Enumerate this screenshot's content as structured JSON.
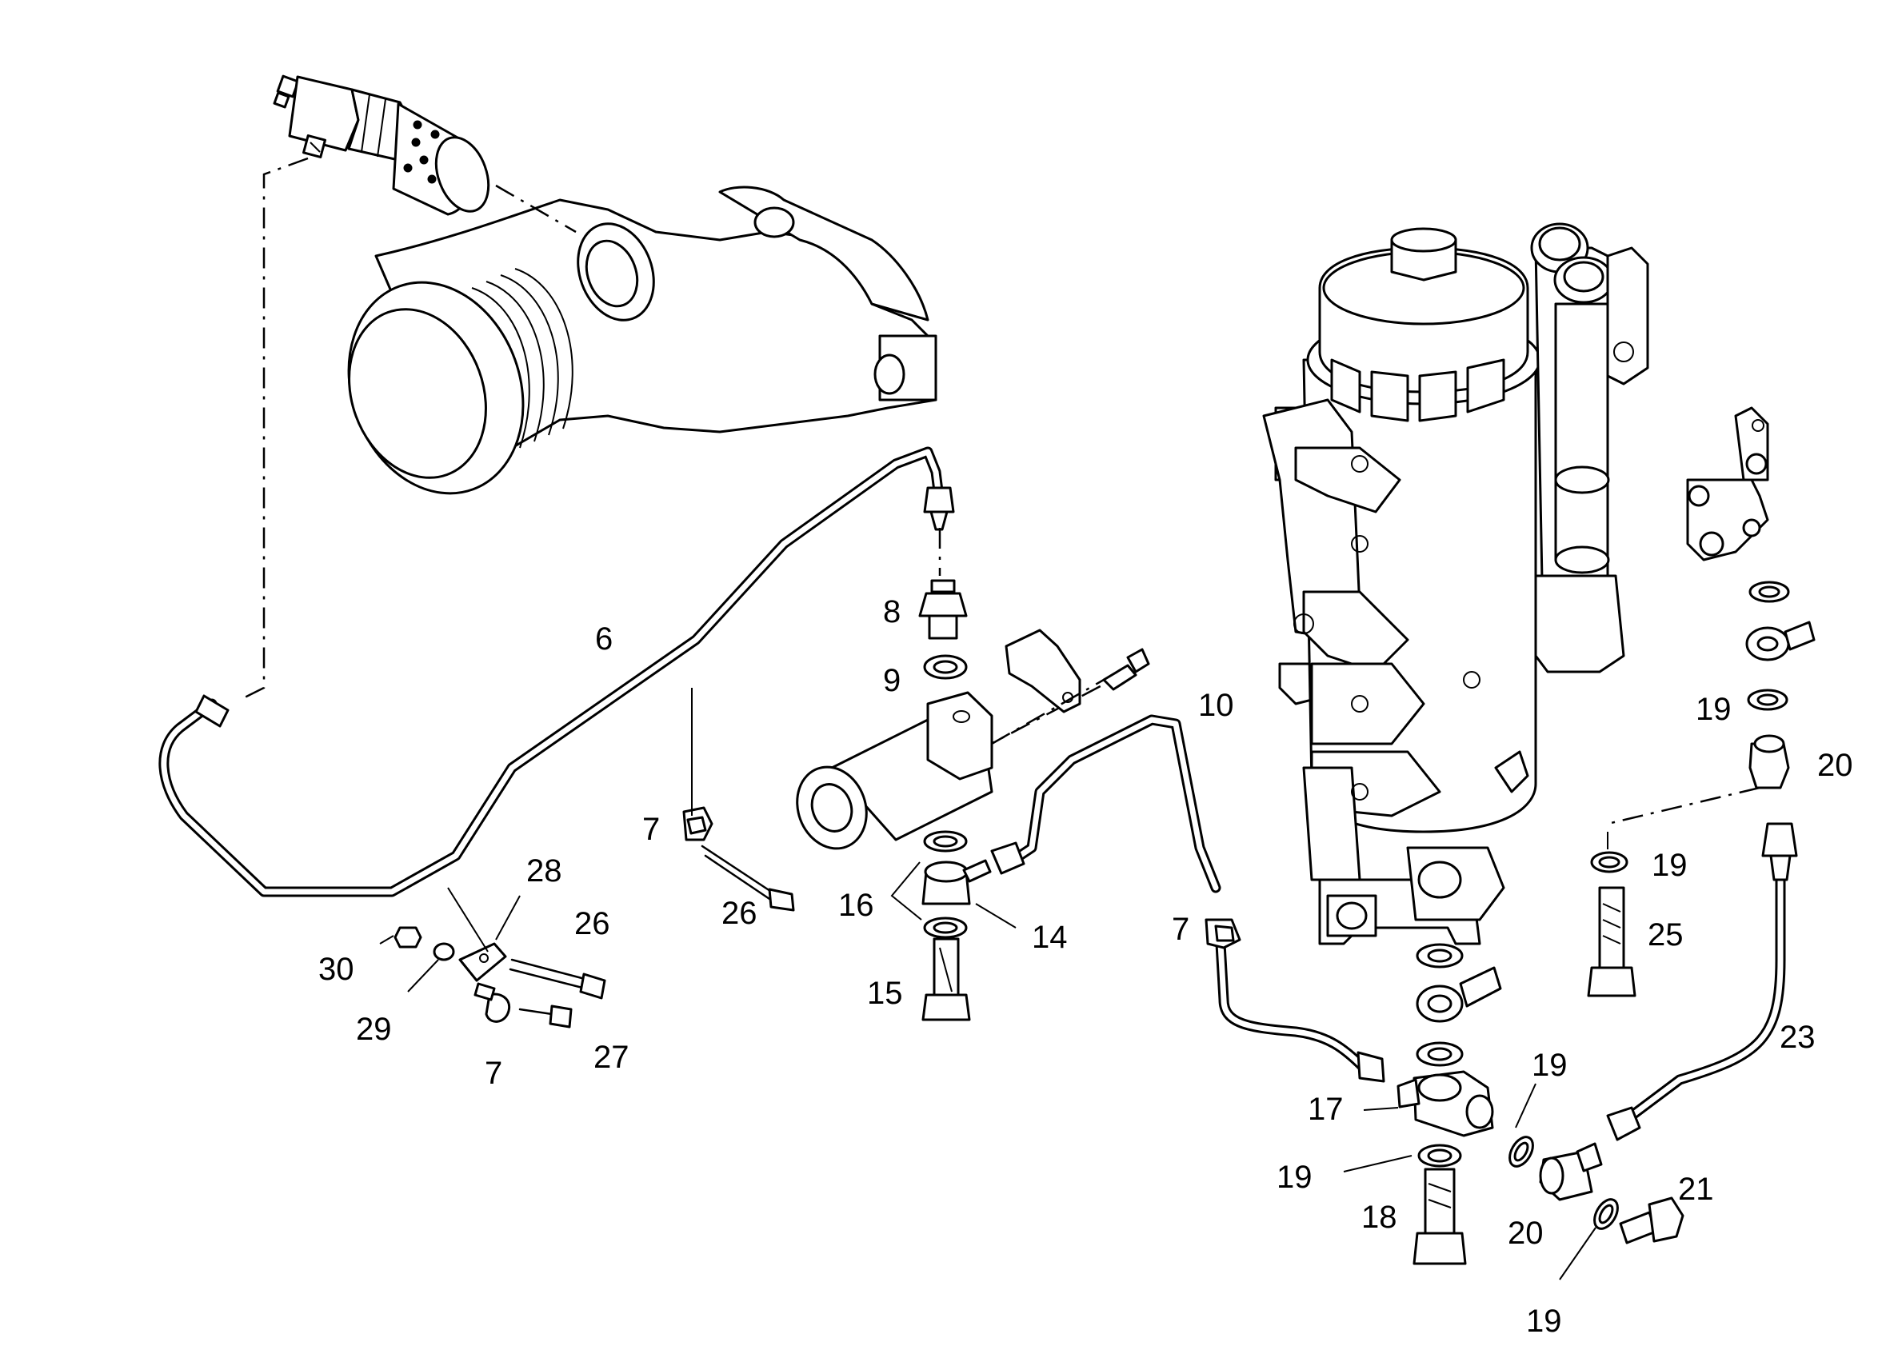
{
  "diagram": {
    "type": "exploded-parts-diagram",
    "line_color": "#000000",
    "background_color": "#ffffff",
    "callouts": [
      {
        "id": "c6",
        "label": "6"
      },
      {
        "id": "c7a",
        "label": "7"
      },
      {
        "id": "c7b",
        "label": "7"
      },
      {
        "id": "c7c",
        "label": "7"
      },
      {
        "id": "c8",
        "label": "8"
      },
      {
        "id": "c9",
        "label": "9"
      },
      {
        "id": "c10",
        "label": "10"
      },
      {
        "id": "c14",
        "label": "14"
      },
      {
        "id": "c15",
        "label": "15"
      },
      {
        "id": "c16",
        "label": "16"
      },
      {
        "id": "c17",
        "label": "17"
      },
      {
        "id": "c18",
        "label": "18"
      },
      {
        "id": "c19a",
        "label": "19"
      },
      {
        "id": "c19b",
        "label": "19"
      },
      {
        "id": "c19c",
        "label": "19"
      },
      {
        "id": "c19d",
        "label": "19"
      },
      {
        "id": "c19e",
        "label": "19"
      },
      {
        "id": "c20a",
        "label": "20"
      },
      {
        "id": "c20b",
        "label": "20"
      },
      {
        "id": "c21",
        "label": "21"
      },
      {
        "id": "c23",
        "label": "23"
      },
      {
        "id": "c25",
        "label": "25"
      },
      {
        "id": "c26a",
        "label": "26"
      },
      {
        "id": "c26b",
        "label": "26"
      },
      {
        "id": "c27",
        "label": "27"
      },
      {
        "id": "c28",
        "label": "28"
      },
      {
        "id": "c29",
        "label": "29"
      },
      {
        "id": "c30",
        "label": "30"
      }
    ]
  }
}
